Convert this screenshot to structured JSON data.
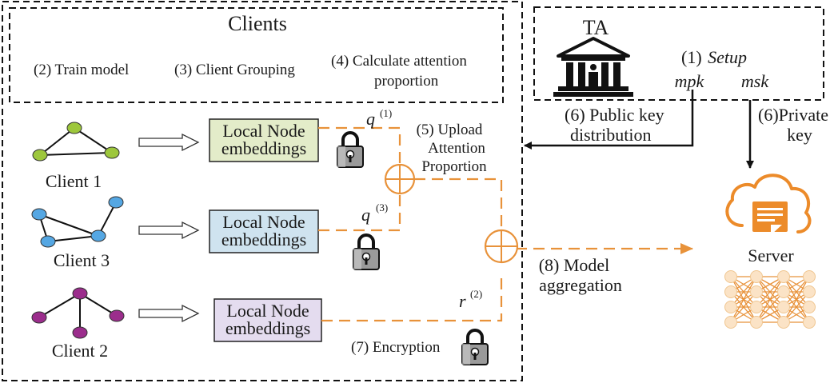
{
  "clients_panel": {
    "title": "Clients",
    "step_train": "(2) Train model",
    "step_grouping": "(3)  Client Grouping",
    "step_attention_1": "(4) Calculate attention",
    "step_attention_2": "proportion"
  },
  "clients": [
    {
      "name": "Client 1",
      "color": "#9dc73c",
      "box_color": "#e3ecc9"
    },
    {
      "name": "Client 3",
      "color": "#55a7e3",
      "box_color": "#cfe3ef"
    },
    {
      "name": "Client 2",
      "color": "#9b2d8c",
      "box_color": "#e4dcef"
    }
  ],
  "embedding_label_1": "Local Node",
  "embedding_label_2": "embeddings",
  "ta": {
    "title": "TA",
    "setup_prefix": "(1)",
    "setup_word": "Setup",
    "mpk": "mpk",
    "msk": "msk"
  },
  "labels": {
    "q1": "q",
    "q1_sup": "(1)",
    "q3": "q",
    "q3_sup": "(3)",
    "r2": "r",
    "r2_sup": "(2)",
    "upload_1": "(5) Upload",
    "upload_2": "Attention",
    "upload_3": "Proportion",
    "public_key_1": "(6) Public key",
    "public_key_2": "distribution",
    "private_key_1": "(6)Private",
    "private_key_2": "key",
    "aggregation_1": "(8) Model",
    "aggregation_2": "aggregation",
    "encryption": "(7) Encryption"
  },
  "server": {
    "label": "Server"
  },
  "colors": {
    "orange": "#e8923a",
    "server_orange": "#ec8b2a"
  }
}
